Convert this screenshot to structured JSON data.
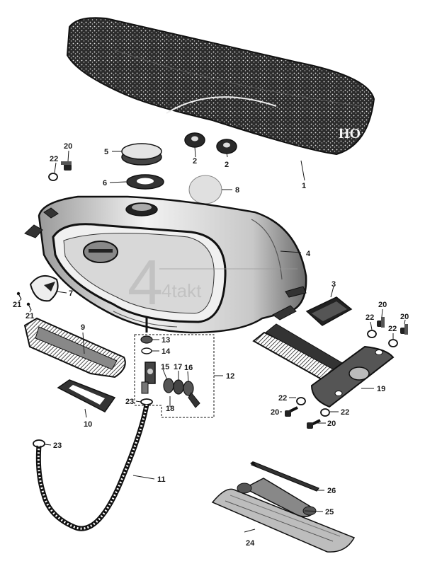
{
  "diagram": {
    "callouts": [
      "1",
      "2",
      "2",
      "3",
      "4",
      "5",
      "6",
      "7",
      "8",
      "9",
      "10",
      "11",
      "12",
      "13",
      "14",
      "15",
      "16",
      "17",
      "18",
      "19",
      "20",
      "20",
      "20",
      "20",
      "20",
      "21",
      "21",
      "22",
      "22",
      "22",
      "22",
      "22",
      "23",
      "23",
      "24",
      "25",
      "26"
    ],
    "seat_badge": "HO",
    "watermark": "4takt",
    "colors": {
      "ink": "#111111",
      "paper": "#ffffff",
      "shade": "#8a8a8a"
    }
  }
}
